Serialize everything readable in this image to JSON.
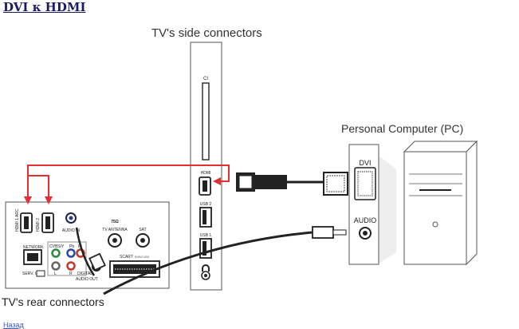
{
  "page": {
    "title": "DVI к HDMI",
    "back_link": "Назад"
  },
  "diagram": {
    "side_caption": "TV's side connectors",
    "pc_caption": "Personal Computer (PC)",
    "rear_caption": "TV's rear connectors",
    "side": {
      "ci": "CI",
      "hdmi": "HDMI",
      "usb2": "USB 2",
      "usb1": "USB 1"
    },
    "rear": {
      "hdmi1": "HDMI 1 ARC",
      "hdmi2": "HDMI 2",
      "audio_in": "AUDIO IN",
      "antenna": "TV ANTENNA",
      "antenna_ohm": "75Ω",
      "sat": "SAT",
      "network": "NETWORK",
      "service": "SERV. U",
      "cvbs": "CVBS/Y",
      "pb": "Pb",
      "pr": "Pr",
      "left": "L",
      "right": "R",
      "scart": "SCART",
      "scart_sub": "RGB/CVBS",
      "digital": "DIGITAL",
      "audio_out": "AUDIO OUT"
    },
    "pc": {
      "dvi": "DVI",
      "audio": "AUDIO"
    },
    "colors": {
      "signal_arrow": "#e23030",
      "cable": "#222222",
      "panel_stroke": "#555555"
    }
  }
}
